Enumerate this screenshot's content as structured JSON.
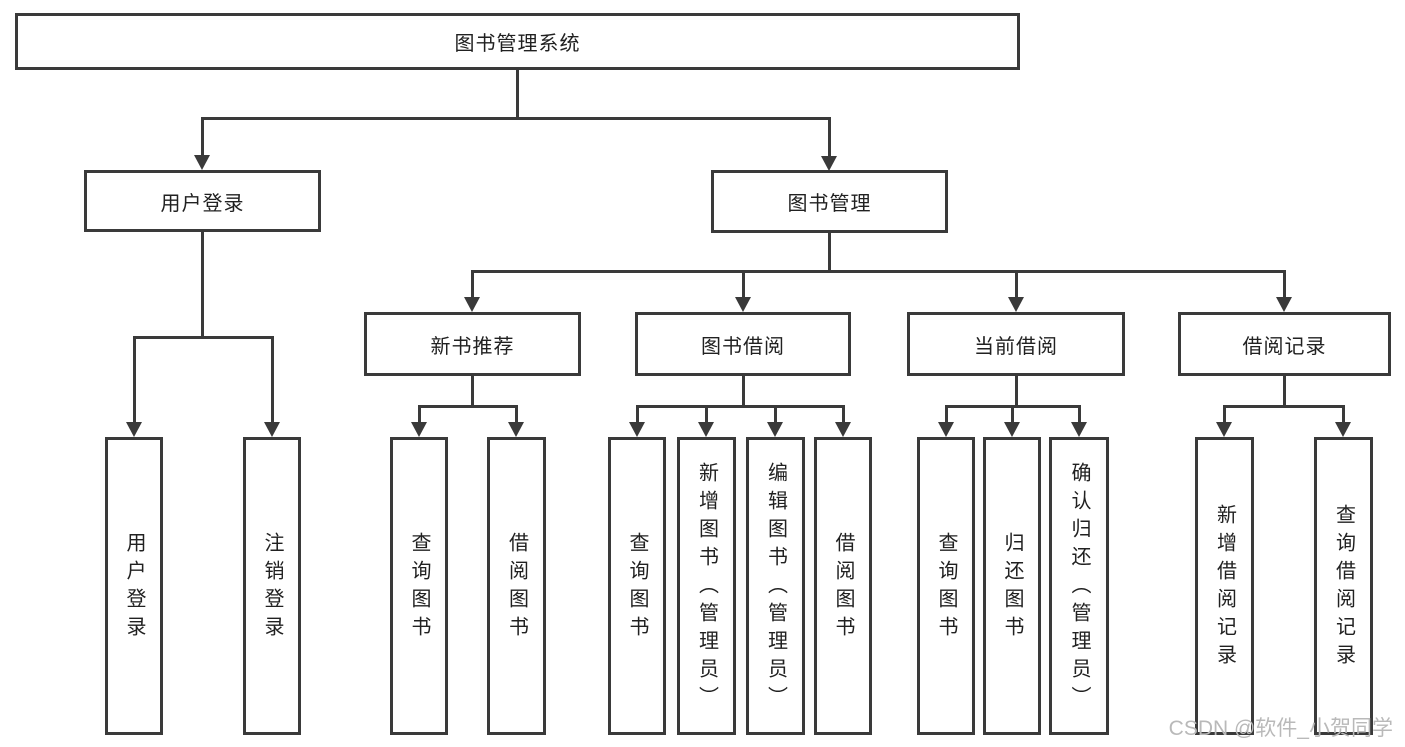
{
  "colors": {
    "line": "#3a3a3a",
    "text": "#212121",
    "watermark": "#b9b9b9",
    "background": "#ffffff"
  },
  "tree": {
    "label": "图书管理系统",
    "children": [
      {
        "label": "用户登录",
        "children": [
          {
            "label": "用户登录"
          },
          {
            "label": "注销登录"
          }
        ]
      },
      {
        "label": "图书管理",
        "children": [
          {
            "label": "新书推荐",
            "children": [
              {
                "label": "查询图书"
              },
              {
                "label": "借阅图书"
              }
            ]
          },
          {
            "label": "图书借阅",
            "children": [
              {
                "label": "查询图书"
              },
              {
                "label": "新增图书（管理员）"
              },
              {
                "label": "编辑图书（管理员）"
              },
              {
                "label": "借阅图书"
              }
            ]
          },
          {
            "label": "当前借阅",
            "children": [
              {
                "label": "查询图书"
              },
              {
                "label": "归还图书"
              },
              {
                "label": "确认归还（管理员）"
              }
            ]
          },
          {
            "label": "借阅记录",
            "children": [
              {
                "label": "新增借阅记录"
              },
              {
                "label": "查询借阅记录"
              }
            ]
          }
        ]
      }
    ]
  },
  "watermark": {
    "text": "CSDN @软件_小贺同学"
  }
}
